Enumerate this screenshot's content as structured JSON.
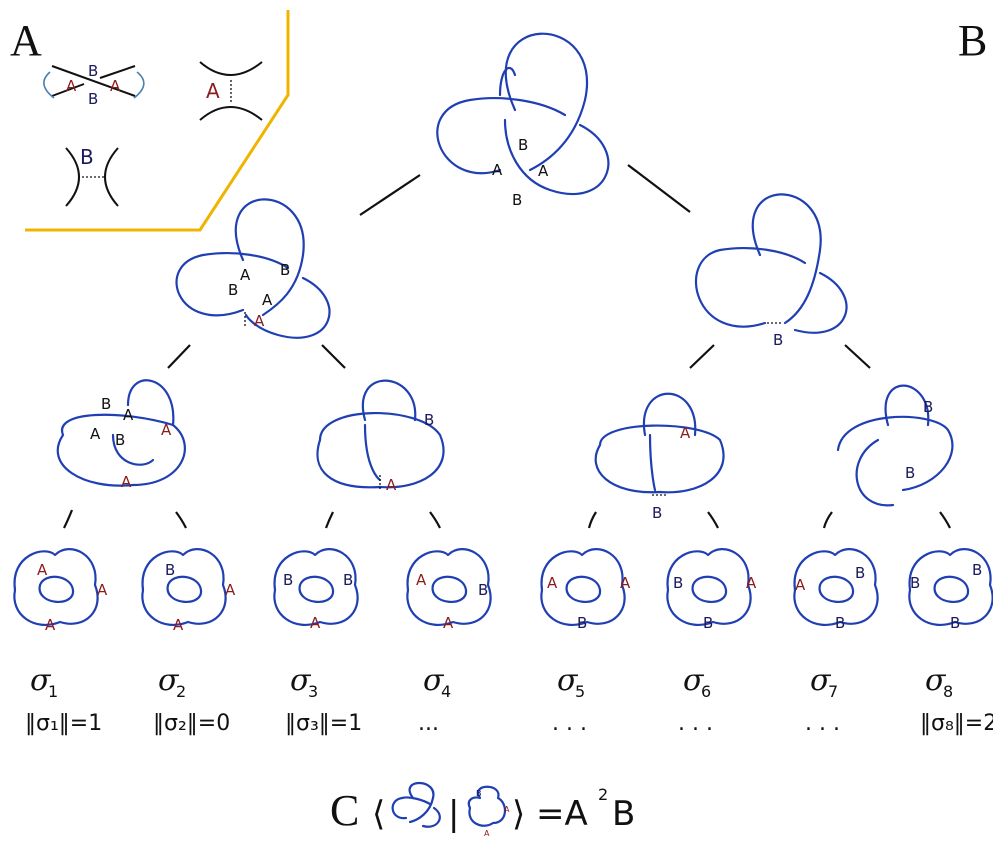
{
  "panels": {
    "a": "A",
    "b": "B",
    "c": "C"
  },
  "smoothing_labels": {
    "a": "A",
    "b": "B"
  },
  "root_labels": [
    "A",
    "B",
    "A",
    "B"
  ],
  "level1_left_labels": [
    "A",
    "B",
    "B",
    "A",
    "A"
  ],
  "level1_right_labels": [
    "B"
  ],
  "level2": [
    {
      "labels": [
        "B",
        "A",
        "A",
        "B",
        "A",
        "A"
      ]
    },
    {
      "labels": [
        "B",
        "A"
      ]
    },
    {
      "labels": [
        "A",
        "B"
      ]
    },
    {
      "labels": [
        "B",
        "B"
      ]
    }
  ],
  "leaves": [
    {
      "sigma": "σ",
      "sub": "1",
      "labels": [
        "A",
        "A",
        "A"
      ],
      "norm": "‖σ₁‖=1"
    },
    {
      "sigma": "σ",
      "sub": "2",
      "labels": [
        "B",
        "A",
        "A"
      ],
      "norm": "‖σ₂‖=0"
    },
    {
      "sigma": "σ",
      "sub": "3",
      "labels": [
        "B",
        "B",
        "A"
      ],
      "norm": "‖σ₃‖=1"
    },
    {
      "sigma": "σ",
      "sub": "4",
      "labels": [
        "A",
        "B",
        "A"
      ],
      "norm": "..."
    },
    {
      "sigma": "σ",
      "sub": "5",
      "labels": [
        "A",
        "A",
        "B"
      ],
      "norm": ". . ."
    },
    {
      "sigma": "σ",
      "sub": "6",
      "labels": [
        "B",
        "A",
        "B"
      ],
      "norm": ". . ."
    },
    {
      "sigma": "σ",
      "sub": "7",
      "labels": [
        "A",
        "B",
        "B"
      ],
      "norm": ". . ."
    },
    {
      "sigma": "σ",
      "sub": "8",
      "labels": [
        "B",
        "B",
        "B"
      ],
      "norm": "‖σ₈‖=2"
    }
  ],
  "equation": {
    "bracket_left": "⟨",
    "bar": "|",
    "bracket_right": "⟩",
    "rhs": "=A",
    "exponent": "2",
    "rhs_tail": "B",
    "state_labels": [
      "B",
      "A",
      "A"
    ]
  },
  "colors": {
    "knot": "#1f3fb3",
    "label_A": "#8b1c1c",
    "label_B": "#1a1a5e",
    "inset_border": "#f0b400"
  }
}
